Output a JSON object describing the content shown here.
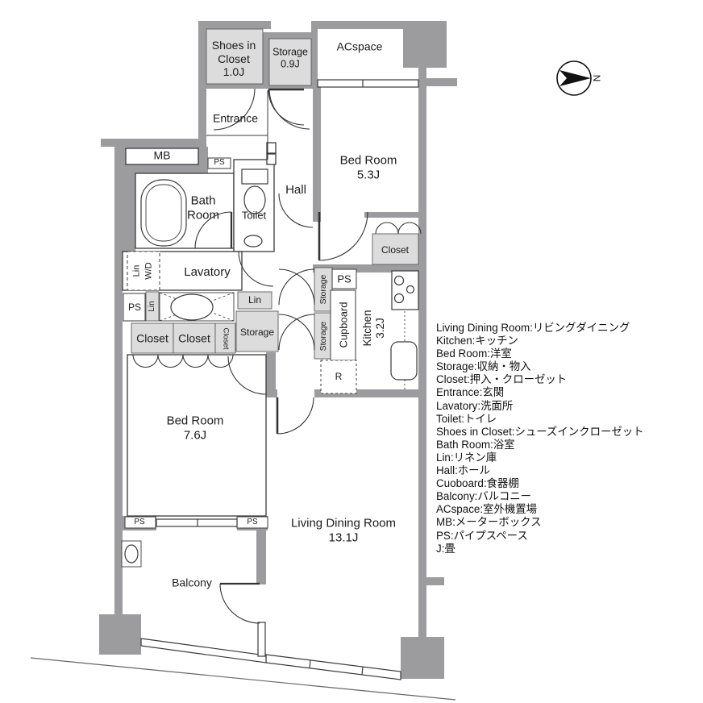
{
  "title": "Apartment floor plan",
  "colors": {
    "wall": "#9c9c9e",
    "closet_fill": "#dcdcdc",
    "line": "#3a3a3a"
  },
  "plan": {
    "labels": {
      "shoes_in_closet": "Shoes in\nCloset\n1.0J",
      "storage_09": "Storage\n0.9J",
      "acspace": "ACspace",
      "entrance": "Entrance",
      "bedroom_53": "Bed Room\n5.3J",
      "mb": "MB",
      "ps": "PS",
      "bath_room": "Bath\nRoom",
      "toilet": "Toilet",
      "hall": "Hall",
      "lavatory": "Lavatory",
      "lin": "Lin",
      "wd": "W/D",
      "storage": "Storage",
      "closet": "Closet",
      "cupboard": "Cupboard",
      "kitchen": "Kitchen\n3.2J",
      "refrigerator": "R",
      "bedroom_76": "Bed Room\n7.6J",
      "balcony": "Balcony",
      "living_dining": "Living Dining Room\n13.1J",
      "compass_n": "N"
    },
    "legend": {
      "lines": [
        "Living Dining Room:リビングダイニング",
        "Kitchen:キッチン",
        "Bed Room:洋室",
        "Storage:収納・物入",
        "Closet:押入・クローゼット",
        "Entrance:玄関",
        "Lavatory:洗面所",
        "Toilet:トイレ",
        "Shoes in Closet:シューズインクローゼット",
        "Bath Room:浴室",
        "Lin:リネン庫",
        "Hall:ホール",
        "Cuoboard:食器棚",
        "Balcony:バルコニー",
        "ACspace:室外機置場",
        "MB:メーターボックス",
        "PS:パイプスペース",
        "J:畳"
      ]
    }
  }
}
